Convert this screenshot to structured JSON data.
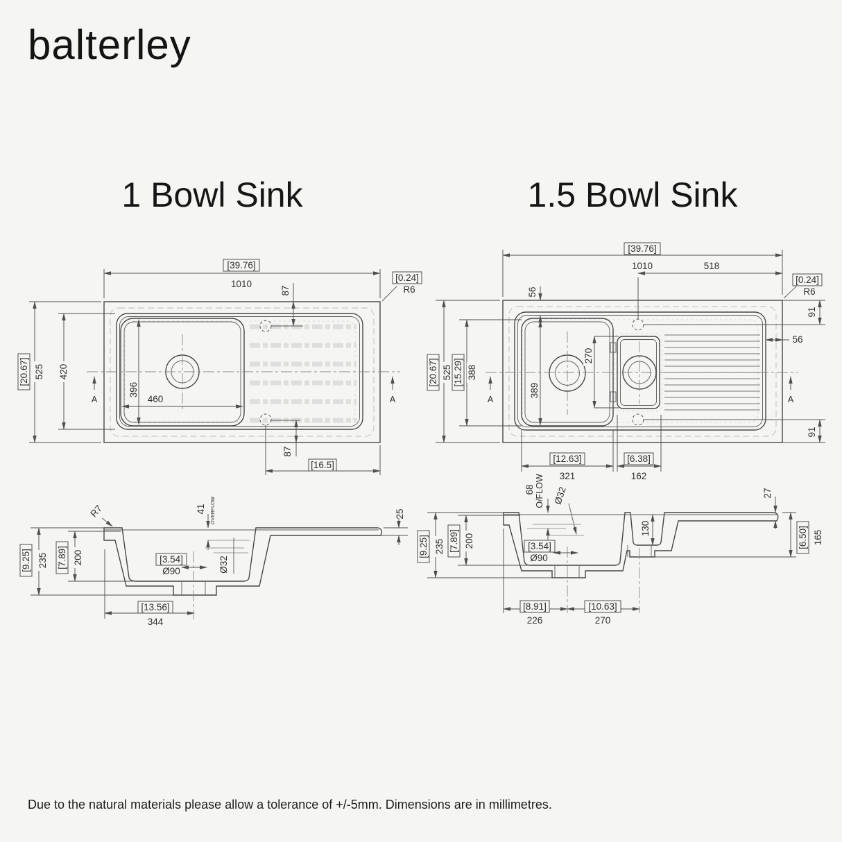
{
  "logo": {
    "text": "balterley"
  },
  "titles": {
    "left": "1 Bowl Sink",
    "right": "1.5 Bowl Sink"
  },
  "note": "Due to the natural materials please allow a tolerance of +/-5mm. Dimensions are in millimetres.",
  "colors": {
    "background": "#f5f5f3",
    "line": "#474747",
    "light_line": "#cfcfcf",
    "text": "#2e2e2e"
  },
  "one_bowl": {
    "plan": {
      "width_in": "[39.76]",
      "width_mm": "1010",
      "corner_in": "[0.24]",
      "corner_r": "R6",
      "tap_top": "87",
      "tap_bottom": "87",
      "height_in": "[20.67]",
      "height_mm": "525",
      "opening_h": "420",
      "bowl_h": "396",
      "bowl_w": "460",
      "tap_edge_in": "[16.5]",
      "section": "A"
    },
    "section": {
      "rim_r": "R7",
      "depth_total_in": "[9.25]",
      "depth_total_mm": "235",
      "bowl_depth_in": "[7.89]",
      "bowl_depth_mm": "200",
      "overflow_off": "41",
      "overflow": "OVERFLOW",
      "overflow_d": "Ø32",
      "waste_in": "[3.54]",
      "waste_d": "Ø90",
      "edge": "25",
      "base_in": "[13.56]",
      "base_mm": "344"
    }
  },
  "one_half_bowl": {
    "plan": {
      "width_in": "[39.76]",
      "width_mm": "1010",
      "drainer_w": "518",
      "corner_in": "[0.24]",
      "corner_r": "R6",
      "rim_top": "56",
      "rim_right": "56",
      "tap_top": "91",
      "tap_bottom": "91",
      "height_in": "[20.67]",
      "height_mm": "525",
      "opening_in": "[15.29]",
      "opening_mm": "388",
      "bowl_h": "389",
      "half_h": "270",
      "bowl_w_in": "[12.63]",
      "bowl_w_mm": "321",
      "half_w_in": "[6.38]",
      "half_w_mm": "162",
      "section": "A"
    },
    "section": {
      "overflow_off": "68",
      "overflow": "O/FLOW",
      "overflow_d": "Ø32",
      "edge": "27",
      "depth_total_in": "[9.25]",
      "depth_total_mm": "235",
      "bowl_depth_in": "[7.89]",
      "bowl_depth_mm": "200",
      "half_depth": "130",
      "drainer_in": "[6.50]",
      "drainer_mm": "165",
      "waste_in": "[3.54]",
      "waste_d": "Ø90",
      "waste_off_in": "[8.91]",
      "waste_off_mm": "226",
      "waste_gap_in": "[10.63]",
      "waste_gap_mm": "270"
    }
  }
}
